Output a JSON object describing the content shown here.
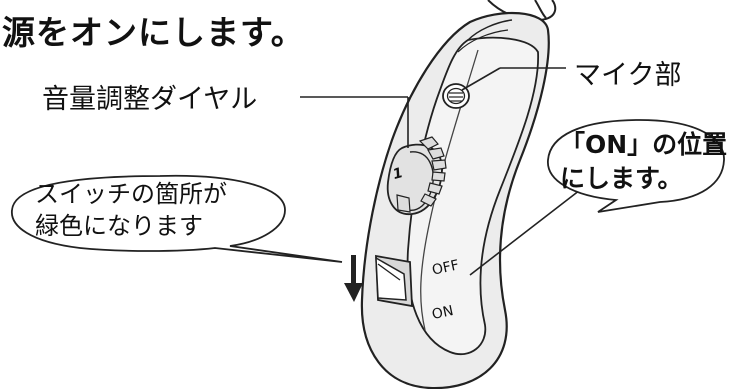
{
  "title": "源をオンにします。",
  "labels": {
    "mic": "マイク部",
    "dial": "音量調整ダイヤル",
    "dial_number": "1",
    "switch_off": "OFF",
    "switch_on": "ON"
  },
  "callouts": {
    "switch_line1": "スイッチの箇所が",
    "switch_line2": "緑色になります",
    "on_line1": "「ON」の位置",
    "on_line2": "にします。"
  }
}
